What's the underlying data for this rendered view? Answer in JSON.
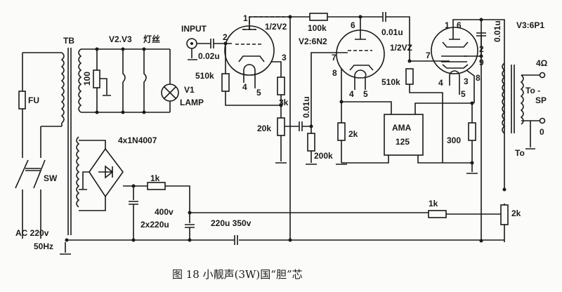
{
  "figure": {
    "caption": "图 18  小靓声(3W)国“胆”芯"
  },
  "power": {
    "transformer": "TB",
    "fuse": "FU",
    "switch": "SW",
    "ac_voltage": "AC 220v",
    "ac_freq": "50Hz",
    "bridge": "4x1N4007",
    "filter_resistor": "1k",
    "filter_cap_voltage": "400v",
    "filter_cap_value": "2x220u",
    "bypass_cap": "220u  350v",
    "decouple_resistor": "1k",
    "bleeder_resistor": "2k"
  },
  "heater": {
    "label": "V2.V3",
    "label_cn": "灯丝",
    "pot": "100",
    "lamp_ref": "V1",
    "lamp_label": "LAMP"
  },
  "stage1": {
    "input_label": "INPUT",
    "input_cap": "0.02u",
    "grid_resistor": "510k",
    "tube_label": "1/2V2",
    "pins": [
      "1",
      "2",
      "3",
      "4",
      "5"
    ],
    "cathode_resistor": "3k",
    "volume_pot": "20k",
    "coupling_cap": "0.01u",
    "grid2_resistor": "200k"
  },
  "stage2": {
    "feedback_resistor": "100k",
    "tube_type": "V2:6N2",
    "tube_label": "1/2VZ",
    "pins": [
      "6",
      "7",
      "8",
      "4",
      "5"
    ],
    "coupling_cap": "0.01u",
    "grid_resistor": "510k",
    "cathode_resistor": "2k",
    "module_line1": "AMA",
    "module_line2": "125"
  },
  "output": {
    "tube_type": "V3:6P1",
    "pins": [
      "1",
      "6",
      "7",
      "2",
      "9",
      "4",
      "3",
      "5",
      "8"
    ],
    "plate_cap": "0.01u",
    "cathode_resistor": "300",
    "transformer": "To",
    "tap_4": "4Ω",
    "tap_0": "0",
    "speaker_1": "To -",
    "speaker_2": "SP"
  }
}
